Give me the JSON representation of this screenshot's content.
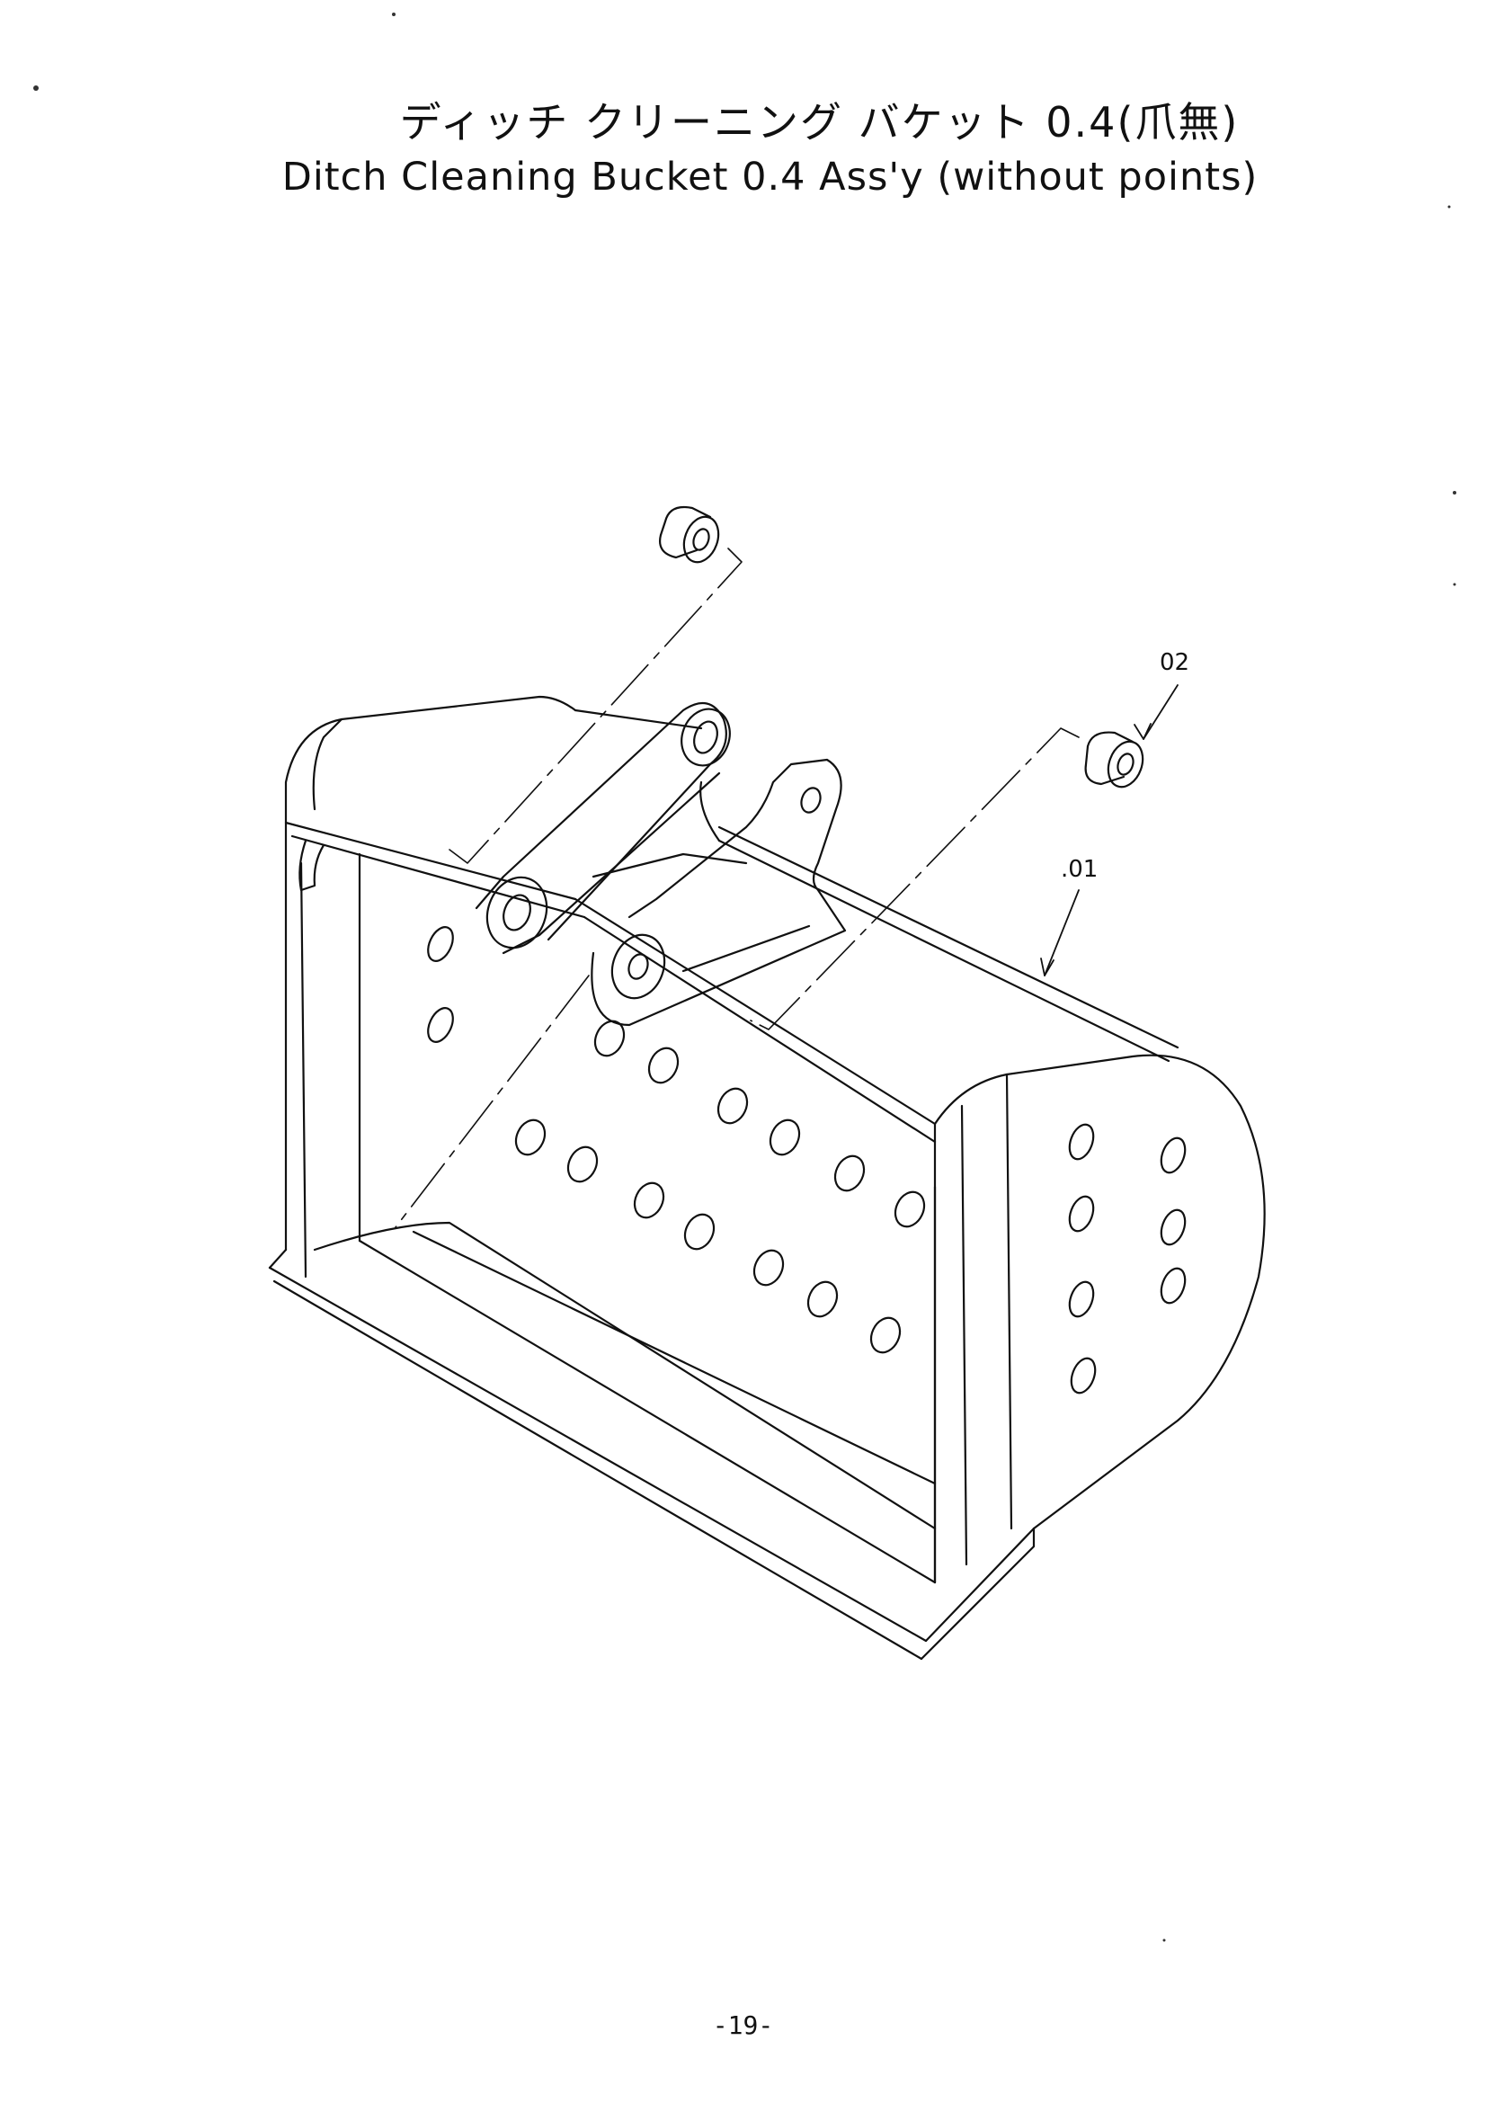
{
  "title": {
    "japanese": "ディッチ クリーニング バケット 0.4(爪無)",
    "english": "Ditch Cleaning Bucket 0.4 Ass'y (without points)"
  },
  "diagram": {
    "callouts": [
      {
        "id": "01",
        "label": ".01"
      },
      {
        "id": "02",
        "label": "02"
      }
    ]
  },
  "footer": {
    "page_number": "-19-"
  }
}
